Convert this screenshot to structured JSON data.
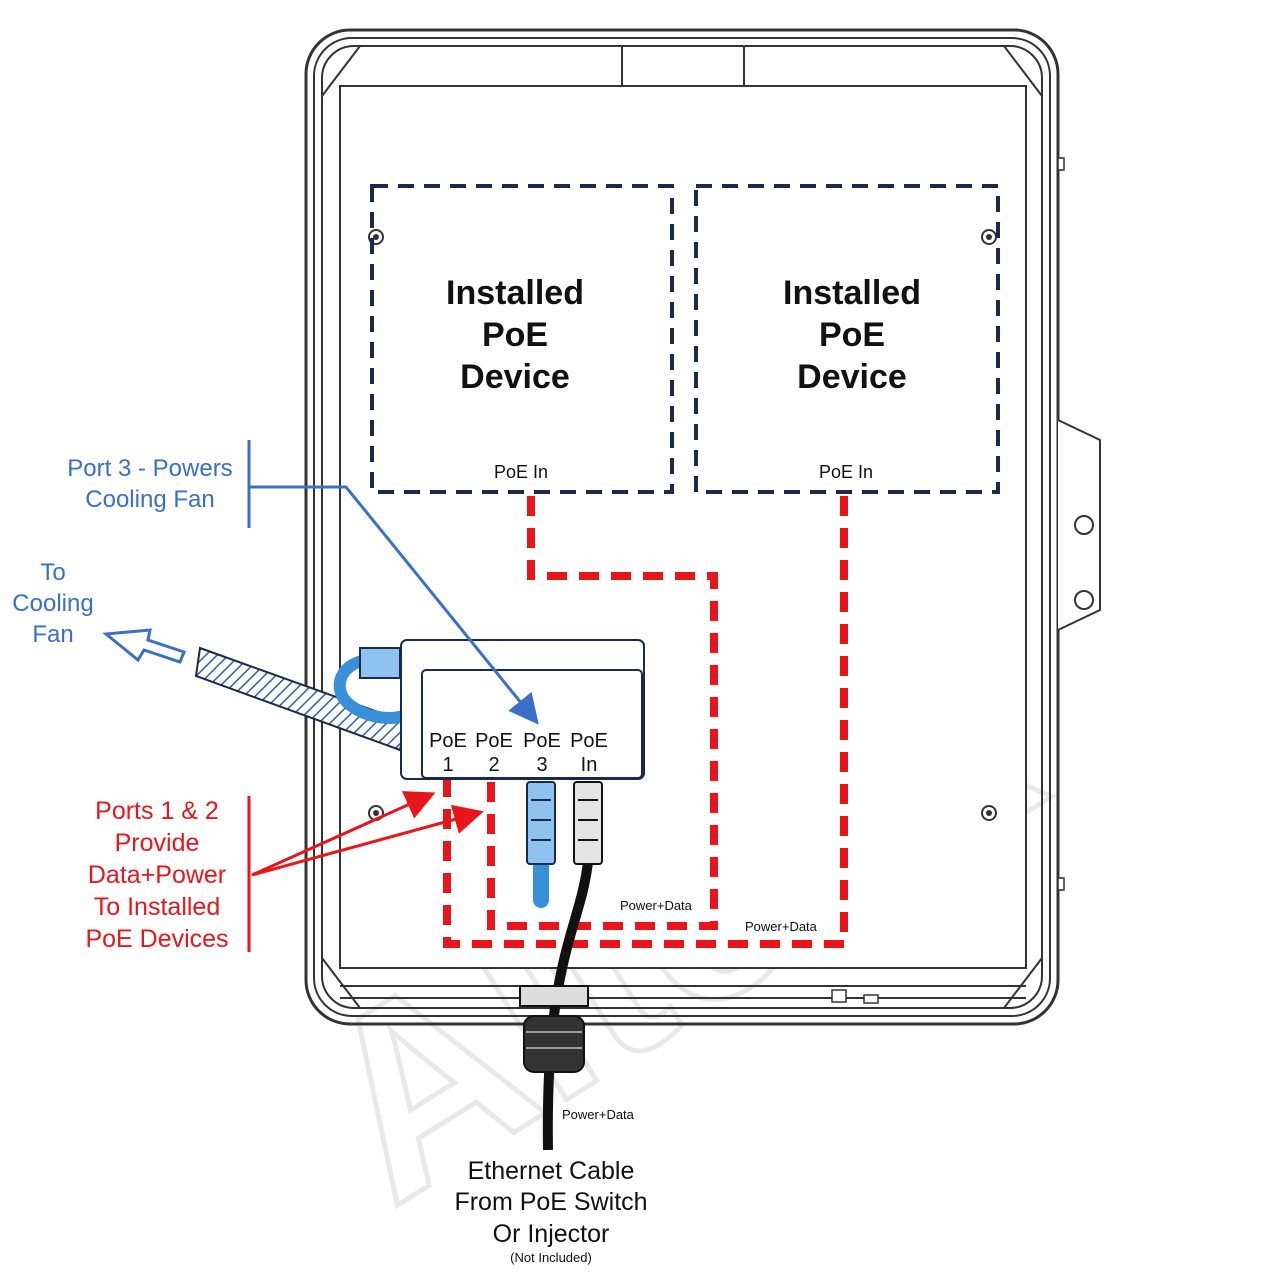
{
  "watermark": "Altelix",
  "devices": [
    {
      "title_lines": [
        "Installed",
        "PoE",
        "Device"
      ],
      "port_label": "PoE In"
    },
    {
      "title_lines": [
        "Installed",
        "PoE",
        "Device"
      ],
      "port_label": "PoE In"
    }
  ],
  "injector_ports": [
    {
      "line1": "PoE",
      "line2": "1"
    },
    {
      "line1": "PoE",
      "line2": "2"
    },
    {
      "line1": "PoE",
      "line2": "3"
    },
    {
      "line1": "PoE",
      "line2": "In"
    }
  ],
  "notes": {
    "port3": [
      "Port 3 - Powers",
      "Cooling Fan"
    ],
    "to_fan": [
      "To",
      "Cooling",
      "Fan"
    ],
    "ports12": [
      "Ports 1 & 2",
      "Provide",
      "Data+Power",
      "To Installed",
      "PoE Devices"
    ]
  },
  "wire_labels": {
    "inner": "Power+Data",
    "outer": "Power+Data",
    "external": "Power+Data"
  },
  "caption": {
    "lines": [
      "Ethernet Cable",
      "From PoE Switch",
      "Or Injector"
    ],
    "note": "(Not Included)"
  },
  "colors": {
    "device_border": "#1b2a4a",
    "power_data_wire": "#e8161b",
    "port3_annotation": "#3a6fc8",
    "ethernet_cable": "#111111",
    "fan_cable": "#3a8fd9"
  }
}
